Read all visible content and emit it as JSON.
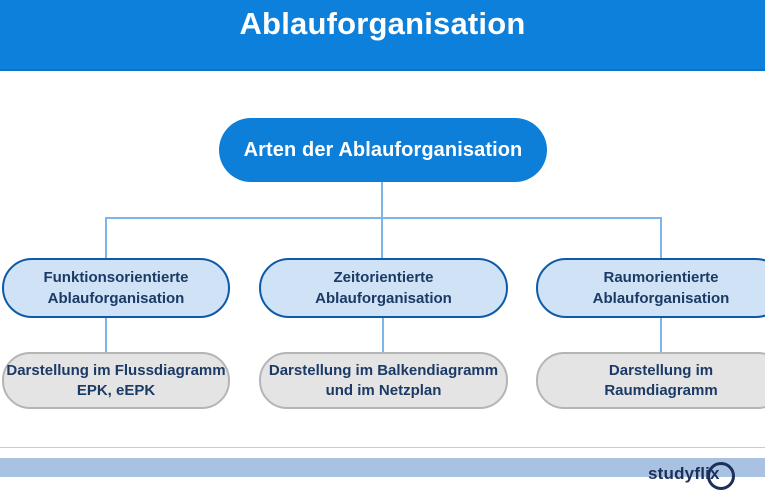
{
  "header": {
    "title": "Ablauforganisation"
  },
  "root": {
    "label": "Arten der Ablauforganisation"
  },
  "branches": [
    {
      "label_line1": "Funktionsorientierte",
      "label_line2": "Ablauforganisation",
      "detail_line1": "Darstellung im Flussdiagramm",
      "detail_line2": "EPK, eEPK"
    },
    {
      "label_line1": "Zeitorientierte",
      "label_line2": "Ablauforganisation",
      "detail_line1": "Darstellung im Balkendiagramm",
      "detail_line2": "und im Netzplan"
    },
    {
      "label_line1": "Raumorientierte",
      "label_line2": "Ablauforganisation",
      "detail_line1": "Darstellung im",
      "detail_line2": "Raumdiagramm"
    }
  ],
  "footer": {
    "logo_text": "studyflix"
  },
  "colors": {
    "header_blue": "#0c80da",
    "header_blue_dark": "#0b75c9",
    "node_blue": "#0d7fd8",
    "branch_fill": "#cfe2f6",
    "branch_border": "#0f5aa7",
    "detail_fill": "#e4e4e4",
    "detail_border": "#b5b5b5",
    "connector_blue": "#7db5e8",
    "text_navy": "#1c3a66",
    "footer_band": "#a9c2e2",
    "logo_navy": "#1d3059"
  }
}
